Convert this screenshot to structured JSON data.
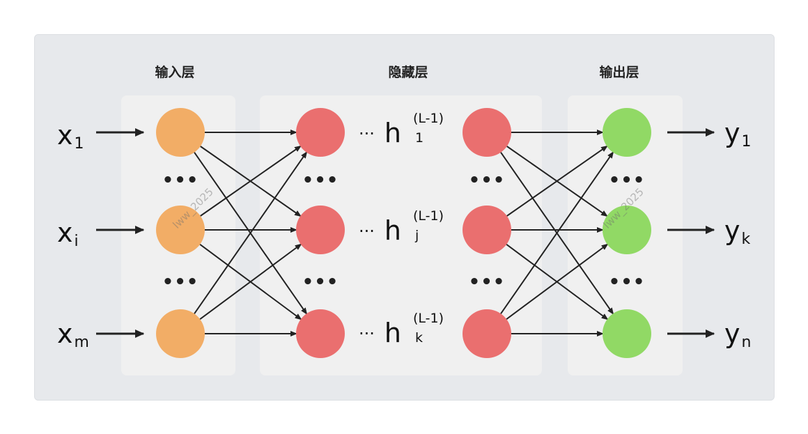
{
  "titles": {
    "input": "输入层",
    "hidden": "隐藏层",
    "output": "输出层"
  },
  "inputs": [
    {
      "base": "x",
      "sub": "1"
    },
    {
      "base": "x",
      "sub": "i"
    },
    {
      "base": "x",
      "sub": "m"
    }
  ],
  "outputs": [
    {
      "base": "y",
      "sub": "1"
    },
    {
      "base": "y",
      "sub": "k"
    },
    {
      "base": "y",
      "sub": "n"
    }
  ],
  "hidden_labels": [
    {
      "dots": "···",
      "base": "h",
      "sub": "1",
      "sup": "(L-1)"
    },
    {
      "dots": "···",
      "base": "h",
      "sub": "j",
      "sup": "(L-1)"
    },
    {
      "dots": "···",
      "base": "h",
      "sub": "k",
      "sup": "(L-1)"
    }
  ],
  "ellipsis": "•••",
  "watermark": "lww_2025",
  "colors": {
    "input_node": "#f2ad66",
    "hidden_node": "#ea6f6f",
    "output_node": "#91d965",
    "edge": "#222222",
    "panel": "#f0f0f0",
    "frame": "#e7e9ec"
  }
}
